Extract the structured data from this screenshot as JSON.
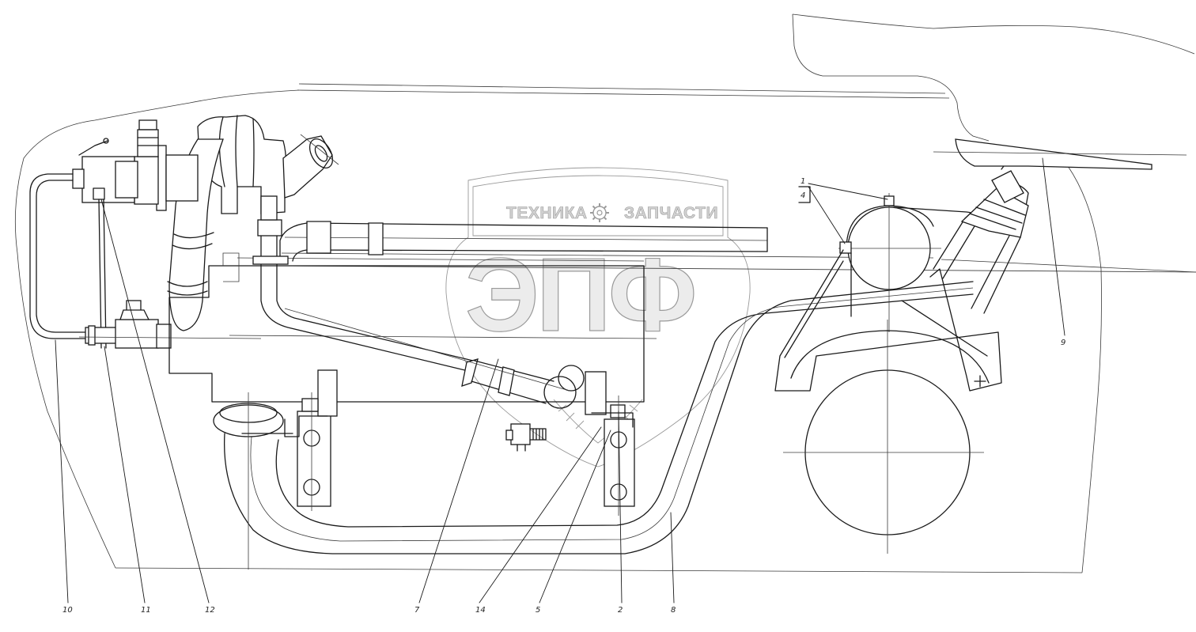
{
  "watermark": {
    "top_left": "ТЕХНИКА",
    "top_right": "ЗАПЧАСТИ",
    "main": "ЭПФ",
    "logo": "gear-icon",
    "colors": {
      "fill": "#ececec",
      "stroke": "#9a9a9a"
    }
  },
  "callouts": {
    "c1": "1",
    "c4": "4",
    "c9": "9",
    "c10": "10",
    "c11": "11",
    "c12": "12",
    "c7": "7",
    "c14": "14",
    "c5": "5",
    "c2": "2",
    "c8": "8"
  }
}
